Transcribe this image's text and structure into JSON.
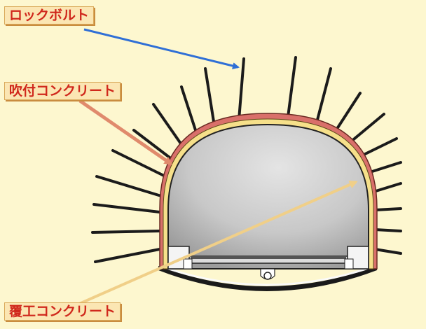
{
  "labels": {
    "rock_bolt": "ロックボルト",
    "shotcrete": "吹付コンクリート",
    "lining_concrete": "覆工コンクリート"
  },
  "colors": {
    "background": "#fdf7cf",
    "label_text": "#d0281c",
    "label_fill": "#fbe6b3",
    "rock_bolt_arrow": "#2f6fd6",
    "shotcrete_arrow": "#e08a6c",
    "lining_arrow": "#f0cf88",
    "shotcrete_layer": "#d9706a",
    "lining_layer": "#f6e08a",
    "bolt": "#1b1b1b"
  }
}
